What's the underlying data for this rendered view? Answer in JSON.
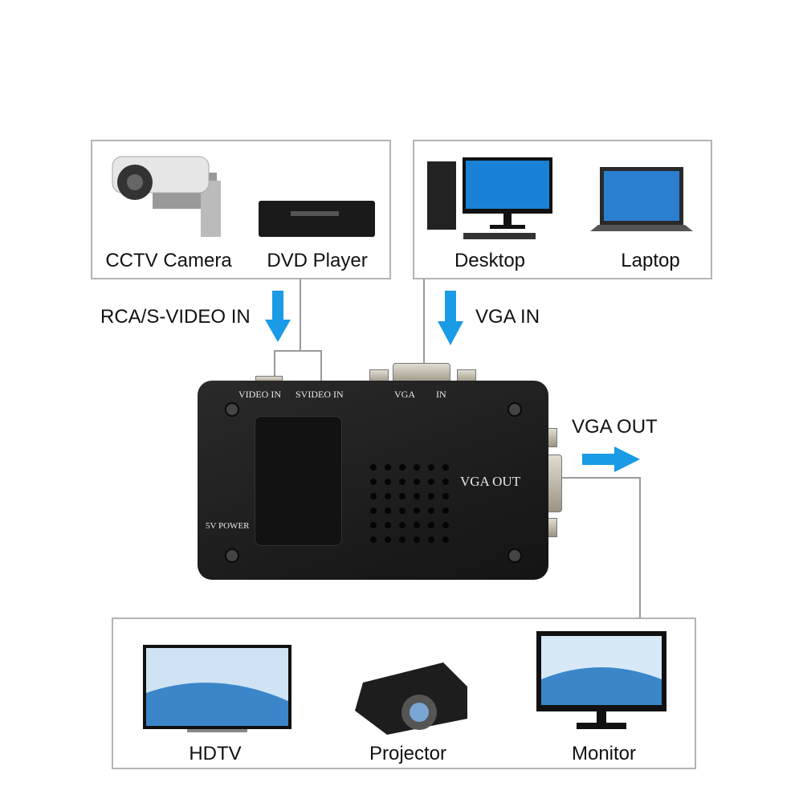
{
  "sources_analog": {
    "items": [
      {
        "label": "CCTV Camera"
      },
      {
        "label": "DVD Player"
      }
    ]
  },
  "sources_vga": {
    "items": [
      {
        "label": "Desktop"
      },
      {
        "label": "Laptop"
      }
    ]
  },
  "outputs": {
    "items": [
      {
        "label": "HDTV"
      },
      {
        "label": "Projector"
      },
      {
        "label": "Monitor"
      }
    ]
  },
  "arrows": {
    "rca_in": "RCA/S-VIDEO IN",
    "vga_in": "VGA IN",
    "vga_out": "VGA OUT"
  },
  "device": {
    "video_in": "VIDEO IN",
    "svideo_in": "SVIDEO IN",
    "vga": "VGA",
    "in": "IN",
    "vga_out": "VGA OUT",
    "power": "5V POWER"
  },
  "colors": {
    "arrow": "#1a9be6",
    "border": "#b4b4b4"
  }
}
